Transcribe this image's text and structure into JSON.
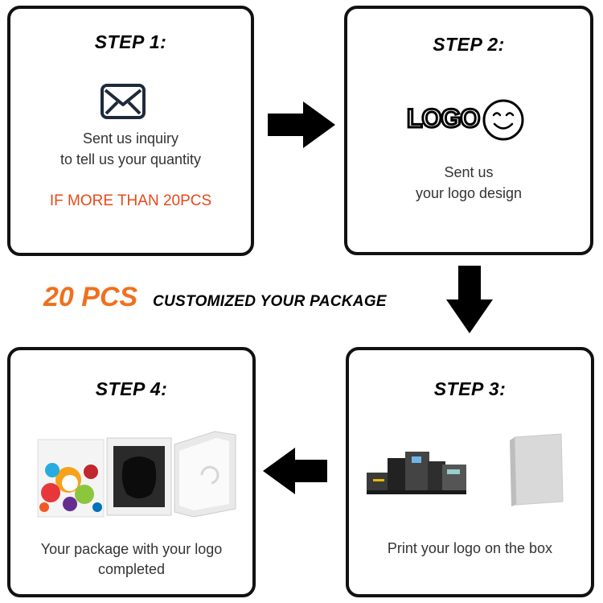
{
  "step1": {
    "title": "STEP 1:",
    "line1": "Sent us inquiry",
    "line2": "to tell us your quantity",
    "note": "IF MORE THAN 20PCS",
    "icon": "envelope-icon"
  },
  "step2": {
    "title": "STEP 2:",
    "logo_text": "LOGO",
    "line1": "Sent us",
    "line2": "your logo design",
    "icon": "smiley-icon"
  },
  "step3": {
    "title": "STEP 3:",
    "line1": "Print your logo on the box"
  },
  "step4": {
    "title": "STEP 4:",
    "line1": "Your package with your logo",
    "line2": "completed"
  },
  "banner": {
    "number": "20 PCS",
    "text": "CUSTOMIZED YOUR PACKAGE"
  },
  "colors": {
    "accent_orange": "#f0701e",
    "warning_red": "#e8491a",
    "border": "#111111"
  }
}
